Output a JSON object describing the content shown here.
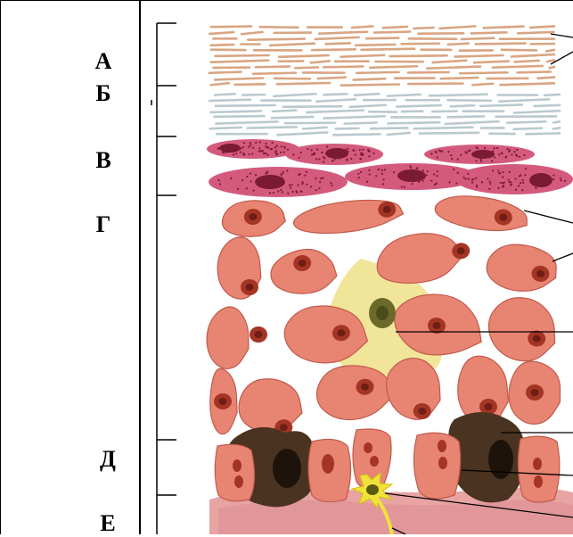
{
  "layer_labels": {
    "a": "А",
    "b": "Б",
    "v": "В",
    "g": "Г",
    "d": "Д",
    "e": "Е"
  },
  "colors": {
    "stratum_a_fiber": "#d9a582",
    "stratum_b_fiber": "#b9c9cf",
    "granular_cell": "#d45a7d",
    "granular_nucleus": "#7a1a35",
    "spinous_cell": "#e88472",
    "spinous_outline": "#c05a4c",
    "cell_nucleus": "#a43525",
    "langerhans_halo": "#f1e59a",
    "langerhans_nucleus": "#6b6a2a",
    "melanocyte": "#4a3320",
    "merkel_cell": "#f1e23a",
    "dermis": "#e8a3a3",
    "line": "#000000"
  }
}
